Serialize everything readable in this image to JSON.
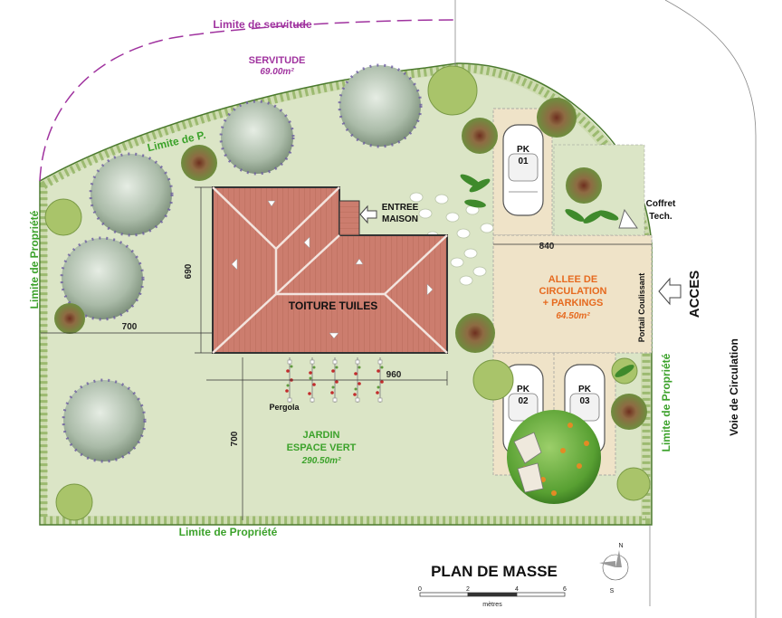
{
  "title": "PLAN DE MASSE",
  "servitude": {
    "label": "SERVITUDE",
    "area": "69.00m²",
    "limit_label": "Limite de servitude"
  },
  "limits": {
    "top": "Limite de P.",
    "left": "Limite de Propriété",
    "bottom": "Limite de Propriété",
    "right": "Limite de Propriété"
  },
  "house": {
    "roof_label": "TOITURE TUILES",
    "entrance_line1": "ENTREE",
    "entrance_line2": "MAISON",
    "pergola": "Pergola"
  },
  "dimensions": {
    "d690": "690",
    "d700_left": "700",
    "d700_bottom": "700",
    "d960": "960",
    "d840": "840"
  },
  "driveway": {
    "line1": "ALLEE DE",
    "line2": "CIRCULATION",
    "line3": "+ PARKINGS",
    "area": "64.50m²",
    "gate": "Portail Coulissant"
  },
  "garden": {
    "line1": "JARDIN",
    "line2": "ESPACE VERT",
    "area": "290.50m²"
  },
  "parkings": [
    {
      "line1": "PK",
      "line2": "01"
    },
    {
      "line1": "PK",
      "line2": "02"
    },
    {
      "line1": "PK",
      "line2": "03"
    }
  ],
  "coffret": {
    "line1": "Coffret",
    "line2": "Tech."
  },
  "access": "ACCES",
  "road": "Voie de Circulation",
  "scale": {
    "ticks": [
      "0",
      "2",
      "4",
      "6"
    ],
    "unit": "mètres"
  },
  "compass": {
    "north": "N",
    "south": "S"
  },
  "colors": {
    "lawn": "#d7e2bf",
    "paving": "#efe3c8",
    "roof": "#cc7d6e",
    "roof_line": "#f3e4de",
    "purple": "#a0339f",
    "green_label": "#3ca22b",
    "orange": "#e66a1f"
  }
}
